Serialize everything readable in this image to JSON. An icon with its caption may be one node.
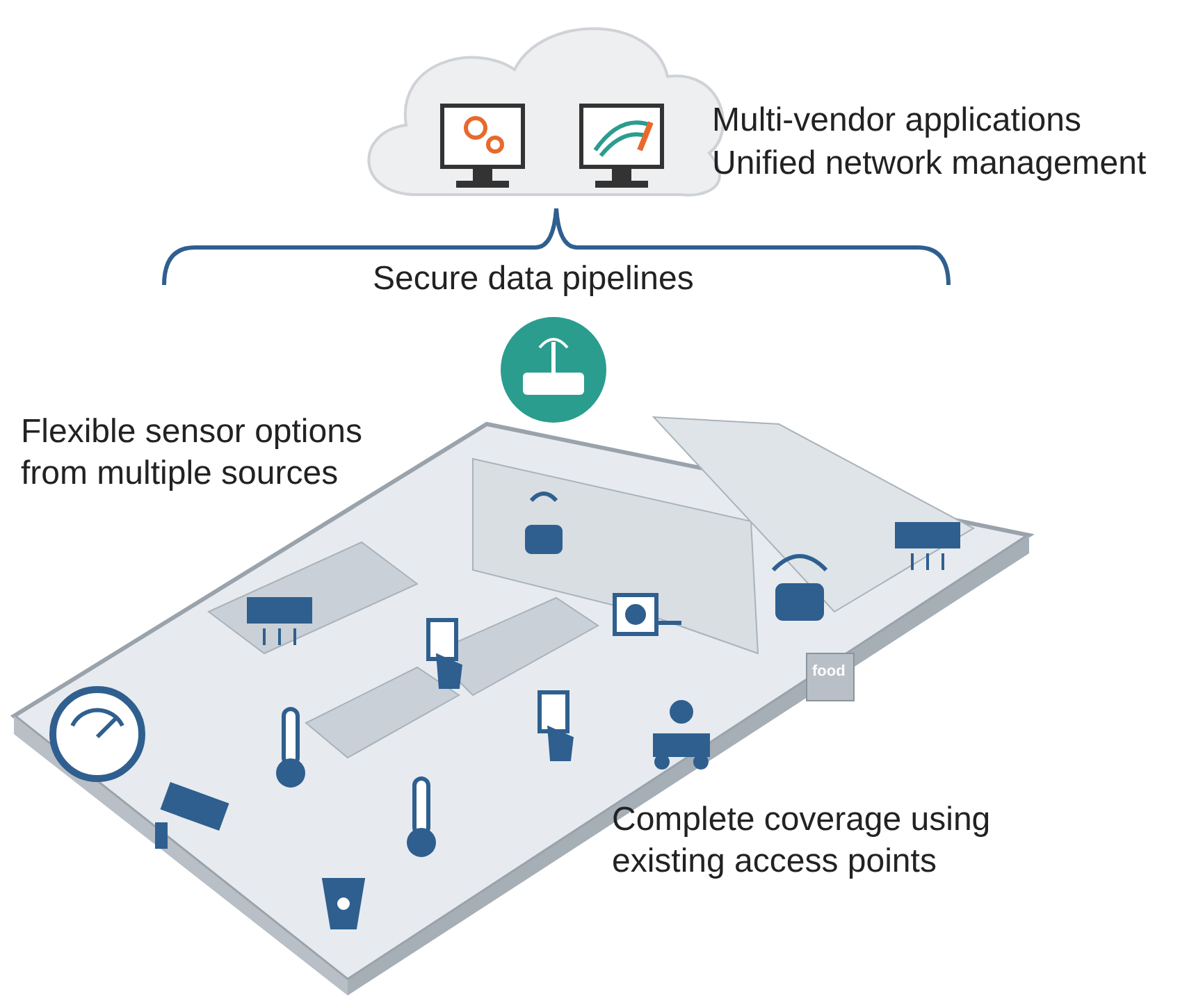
{
  "diagram": {
    "labels": [
      "Multi-vendor applications",
      "Unified network management",
      "Secure data pipelines",
      "Flexible sensor options from multiple sources",
      "food",
      "Complete coverage using existing access points"
    ]
  }
}
